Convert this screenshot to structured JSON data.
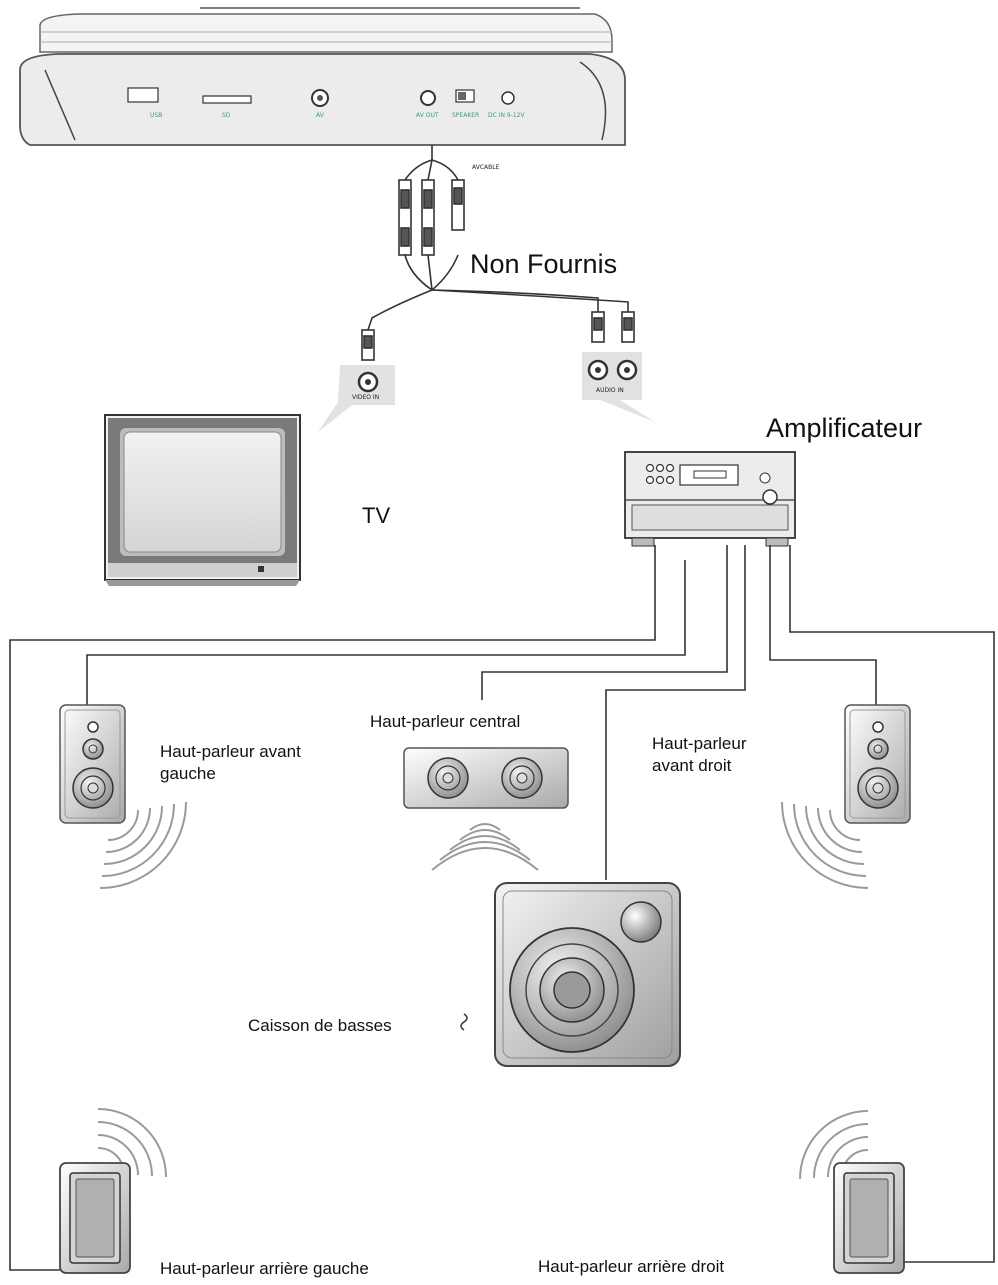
{
  "labels": {
    "non_fournis": "Non Fournis",
    "amplificateur": "Amplificateur",
    "tv": "TV",
    "av_cable": "AVCABLE",
    "video_in": "VIDEO IN",
    "audio_in": "AUDIO IN",
    "front_left": [
      "Haut-parleur avant",
      "gauche"
    ],
    "center": "Haut-parleur central",
    "front_right": [
      "Haut-parleur",
      "avant droit"
    ],
    "subwoofer": "Caisson de basses",
    "rear_left": "Haut-parleur arrière gauche",
    "rear_right": "Haut-parleur arrière droit"
  },
  "player_ports": [
    "USB",
    "SD",
    "AV",
    "AV OUT",
    "SPEAKER",
    "DC IN 9-12V"
  ],
  "colors": {
    "line": "#333333",
    "device": "#e6e6e6",
    "port_label": "#3a9a8a"
  }
}
